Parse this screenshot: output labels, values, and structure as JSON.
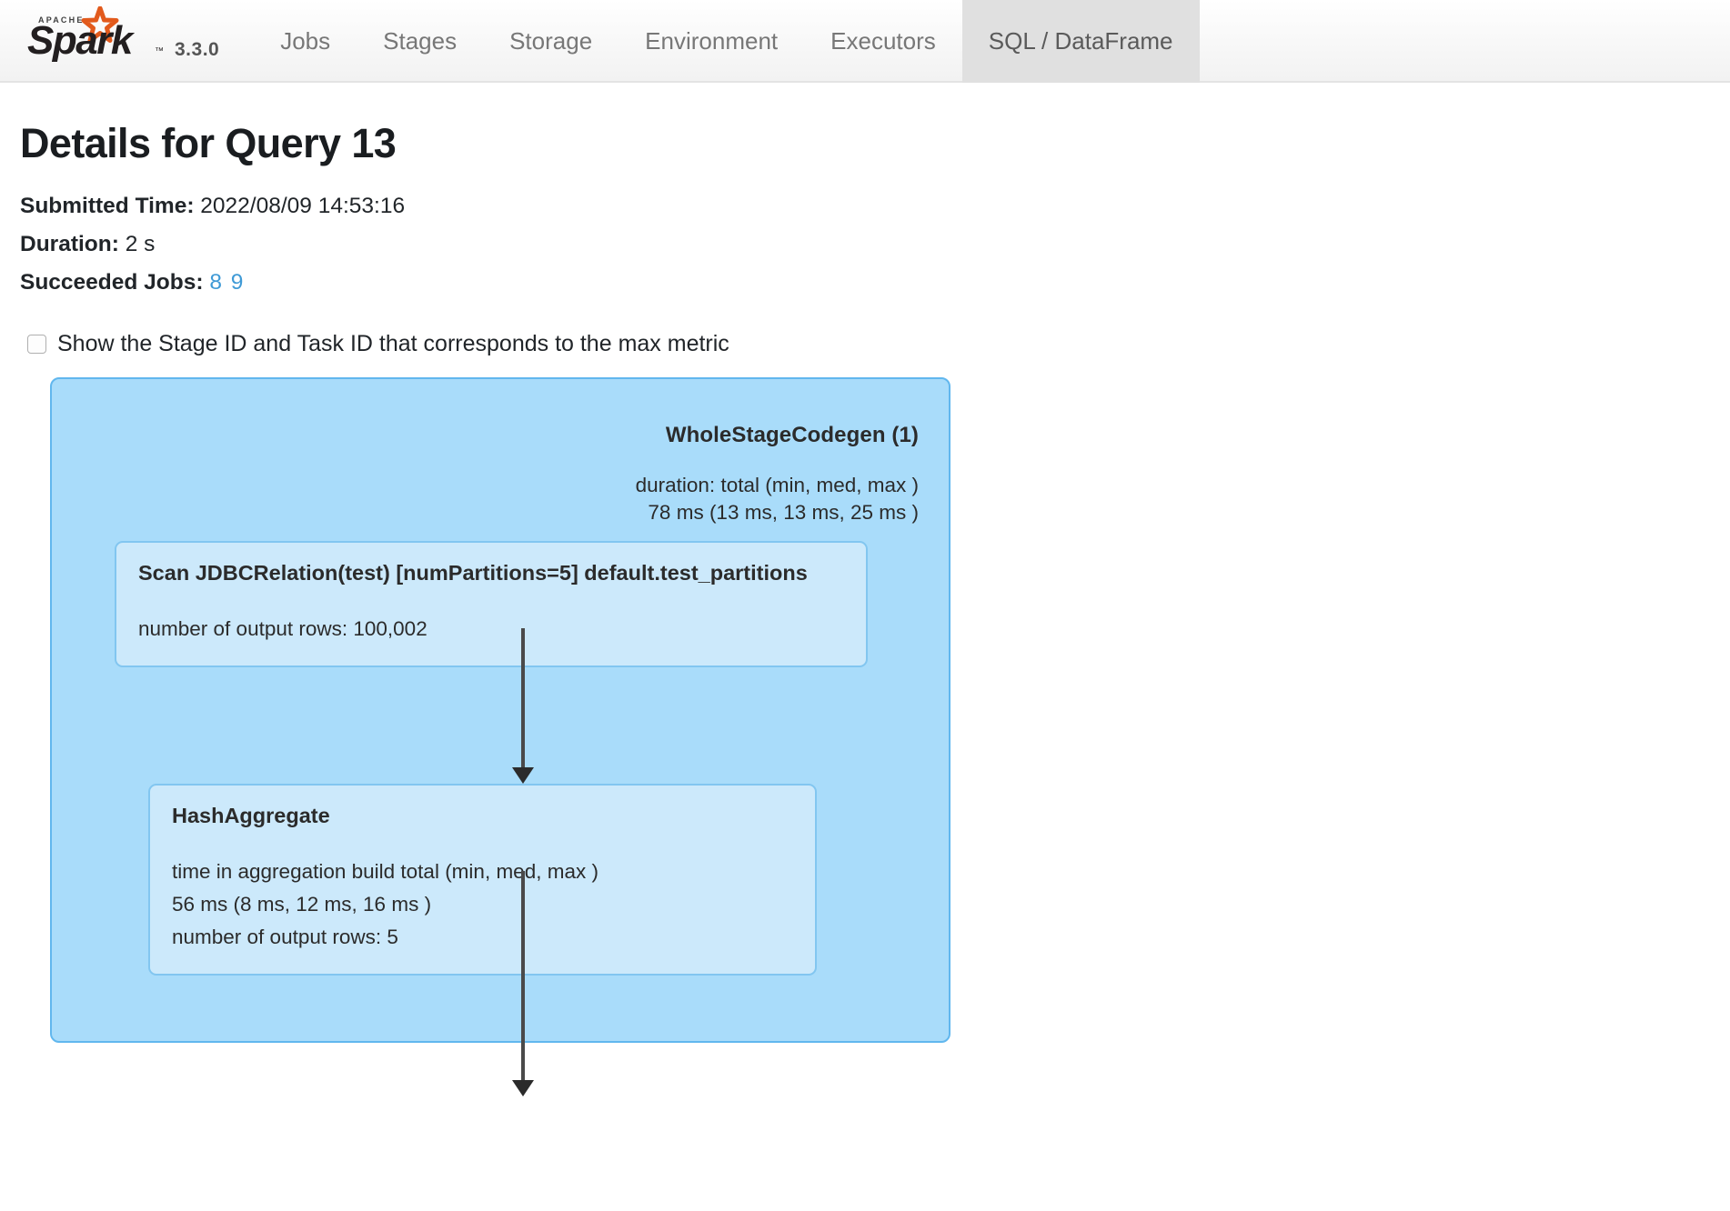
{
  "navbar": {
    "brand_name": "Apache Spark",
    "version": "3.3.0",
    "tabs": [
      {
        "label": "Jobs",
        "active": false
      },
      {
        "label": "Stages",
        "active": false
      },
      {
        "label": "Storage",
        "active": false
      },
      {
        "label": "Environment",
        "active": false
      },
      {
        "label": "Executors",
        "active": false
      },
      {
        "label": "SQL / DataFrame",
        "active": true
      }
    ]
  },
  "page": {
    "title": "Details for Query 13",
    "submitted_time_label": "Submitted Time:",
    "submitted_time_value": "2022/08/09 14:53:16",
    "duration_label": "Duration:",
    "duration_value": "2 s",
    "succeeded_jobs_label": "Succeeded Jobs:",
    "succeeded_jobs": [
      "8",
      "9"
    ],
    "show_stage_task_label": "Show the Stage ID and Task ID that corresponds to the max metric",
    "show_stage_task_checked": false
  },
  "plan": {
    "stage": {
      "title": "WholeStageCodegen (1)",
      "metric_header": "duration: total (min, med, max )",
      "metric_value": "78 ms (13 ms, 13 ms, 25 ms )"
    },
    "nodes": [
      {
        "title": "Scan JDBCRelation(test) [numPartitions=5] default.test_partitions",
        "metrics": [
          "number of output rows: 100,002"
        ]
      },
      {
        "title": "HashAggregate",
        "metrics": [
          "time in aggregation build total (min, med, max )",
          "56 ms (8 ms, 12 ms, 16 ms )",
          "number of output rows: 5"
        ]
      }
    ]
  },
  "colors": {
    "link": "#3f9ad6",
    "stage_fill": "#a9dcfa",
    "stage_border": "#61b7ee",
    "node_fill": "#cce9fb",
    "node_border": "#82c6f0",
    "logo_star": "#e25a1c",
    "active_tab_bg": "#e0e0e0"
  }
}
